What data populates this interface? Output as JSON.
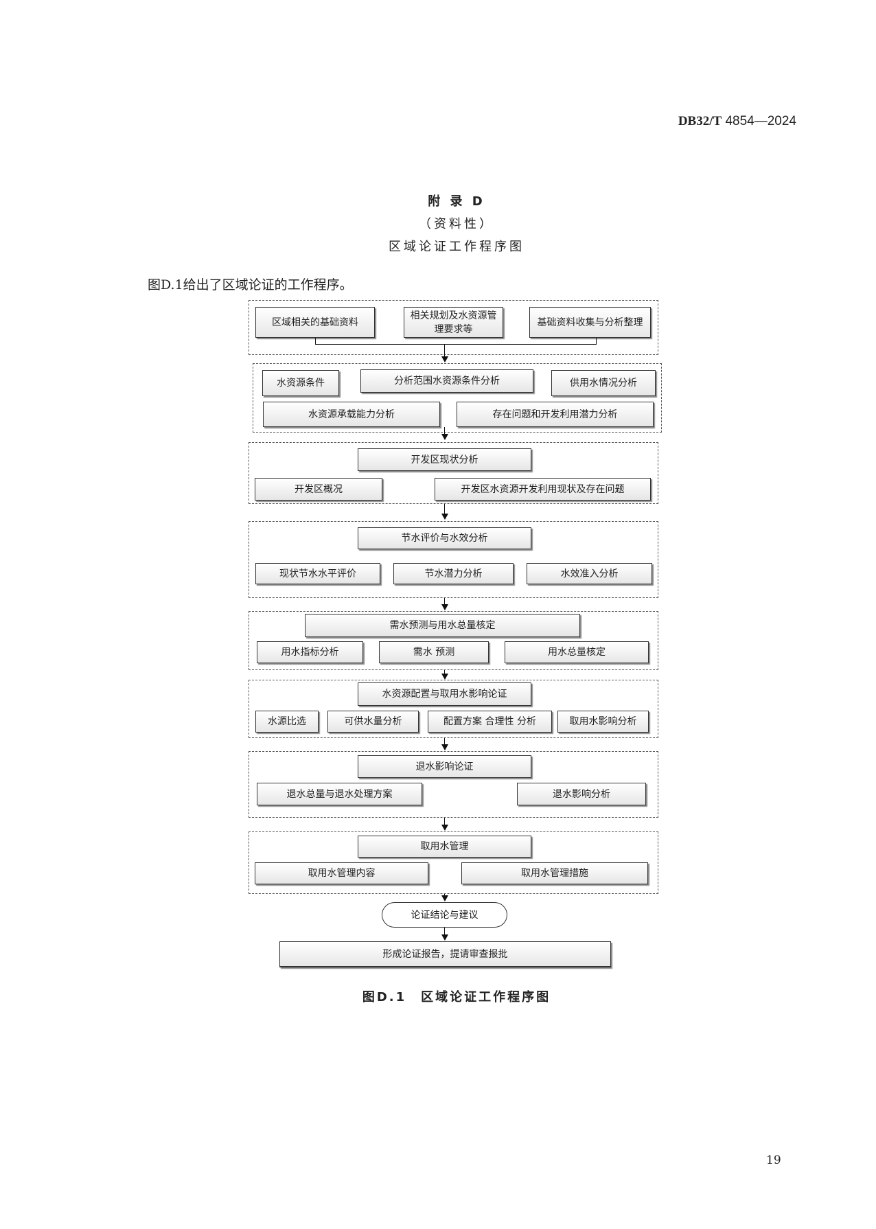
{
  "header": {
    "code_bold": "DB32/T",
    "code_rest": " 4854—2024"
  },
  "appendix": {
    "title": "附 录 D",
    "type": "（资料性）",
    "name": "区域论证工作程序图"
  },
  "intro": "图D.1给出了区域论证的工作程序。",
  "diagram": {
    "g1": [
      "区域相关的基础资料",
      "相关规划及水资源管理要求等",
      "基础资料收集与分析整理"
    ],
    "g2": [
      "水资源条件",
      "分析范围水资源条件分析",
      "供用水情况分析",
      "水资源承载能力分析",
      "存在问题和开发利用潜力分析"
    ],
    "g3": [
      "开发区现状分析",
      "开发区概况",
      "开发区水资源开发利用现状及存在问题"
    ],
    "g4": [
      "节水评价与水效分析",
      "现状节水水平评价",
      "节水潜力分析",
      "水效准入分析"
    ],
    "g5": [
      "需水预测与用水总量核定",
      "用水指标分析",
      "需水 预测",
      "用水总量核定"
    ],
    "g6": [
      "水资源配置与取用水影响论证",
      "水源比选",
      "可供水量分析",
      "配置方案 合理性 分析",
      "取用水影响分析"
    ],
    "g7": [
      "退水影响论证",
      "退水总量与退水处理方案",
      "退水影响分析"
    ],
    "g8": [
      "取用水管理",
      "取用水管理内容",
      "取用水管理措施"
    ],
    "conclusion": "论证结论与建议",
    "report": "形成论证报告，提请审查报批"
  },
  "caption": "图D.1　区域论证工作程序图",
  "page_number": "19"
}
